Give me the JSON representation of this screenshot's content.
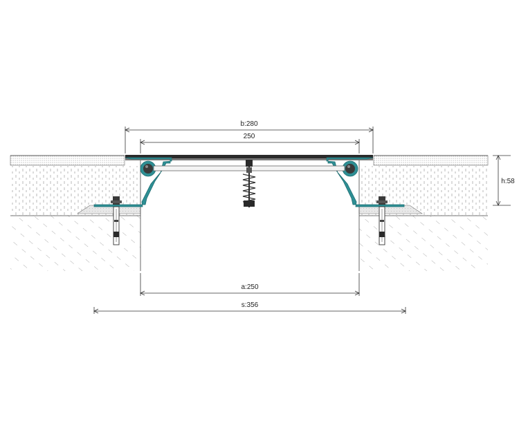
{
  "dimensions": {
    "b": "b:280",
    "inner": "250",
    "h": "h:58",
    "a": "a:250",
    "s": "s:356"
  },
  "colors": {
    "profile": "#2e8f94",
    "profile_dark": "#1f6e72",
    "cover": "#2a2a2a",
    "gasket": "#3a3a3a",
    "line": "#333333"
  }
}
